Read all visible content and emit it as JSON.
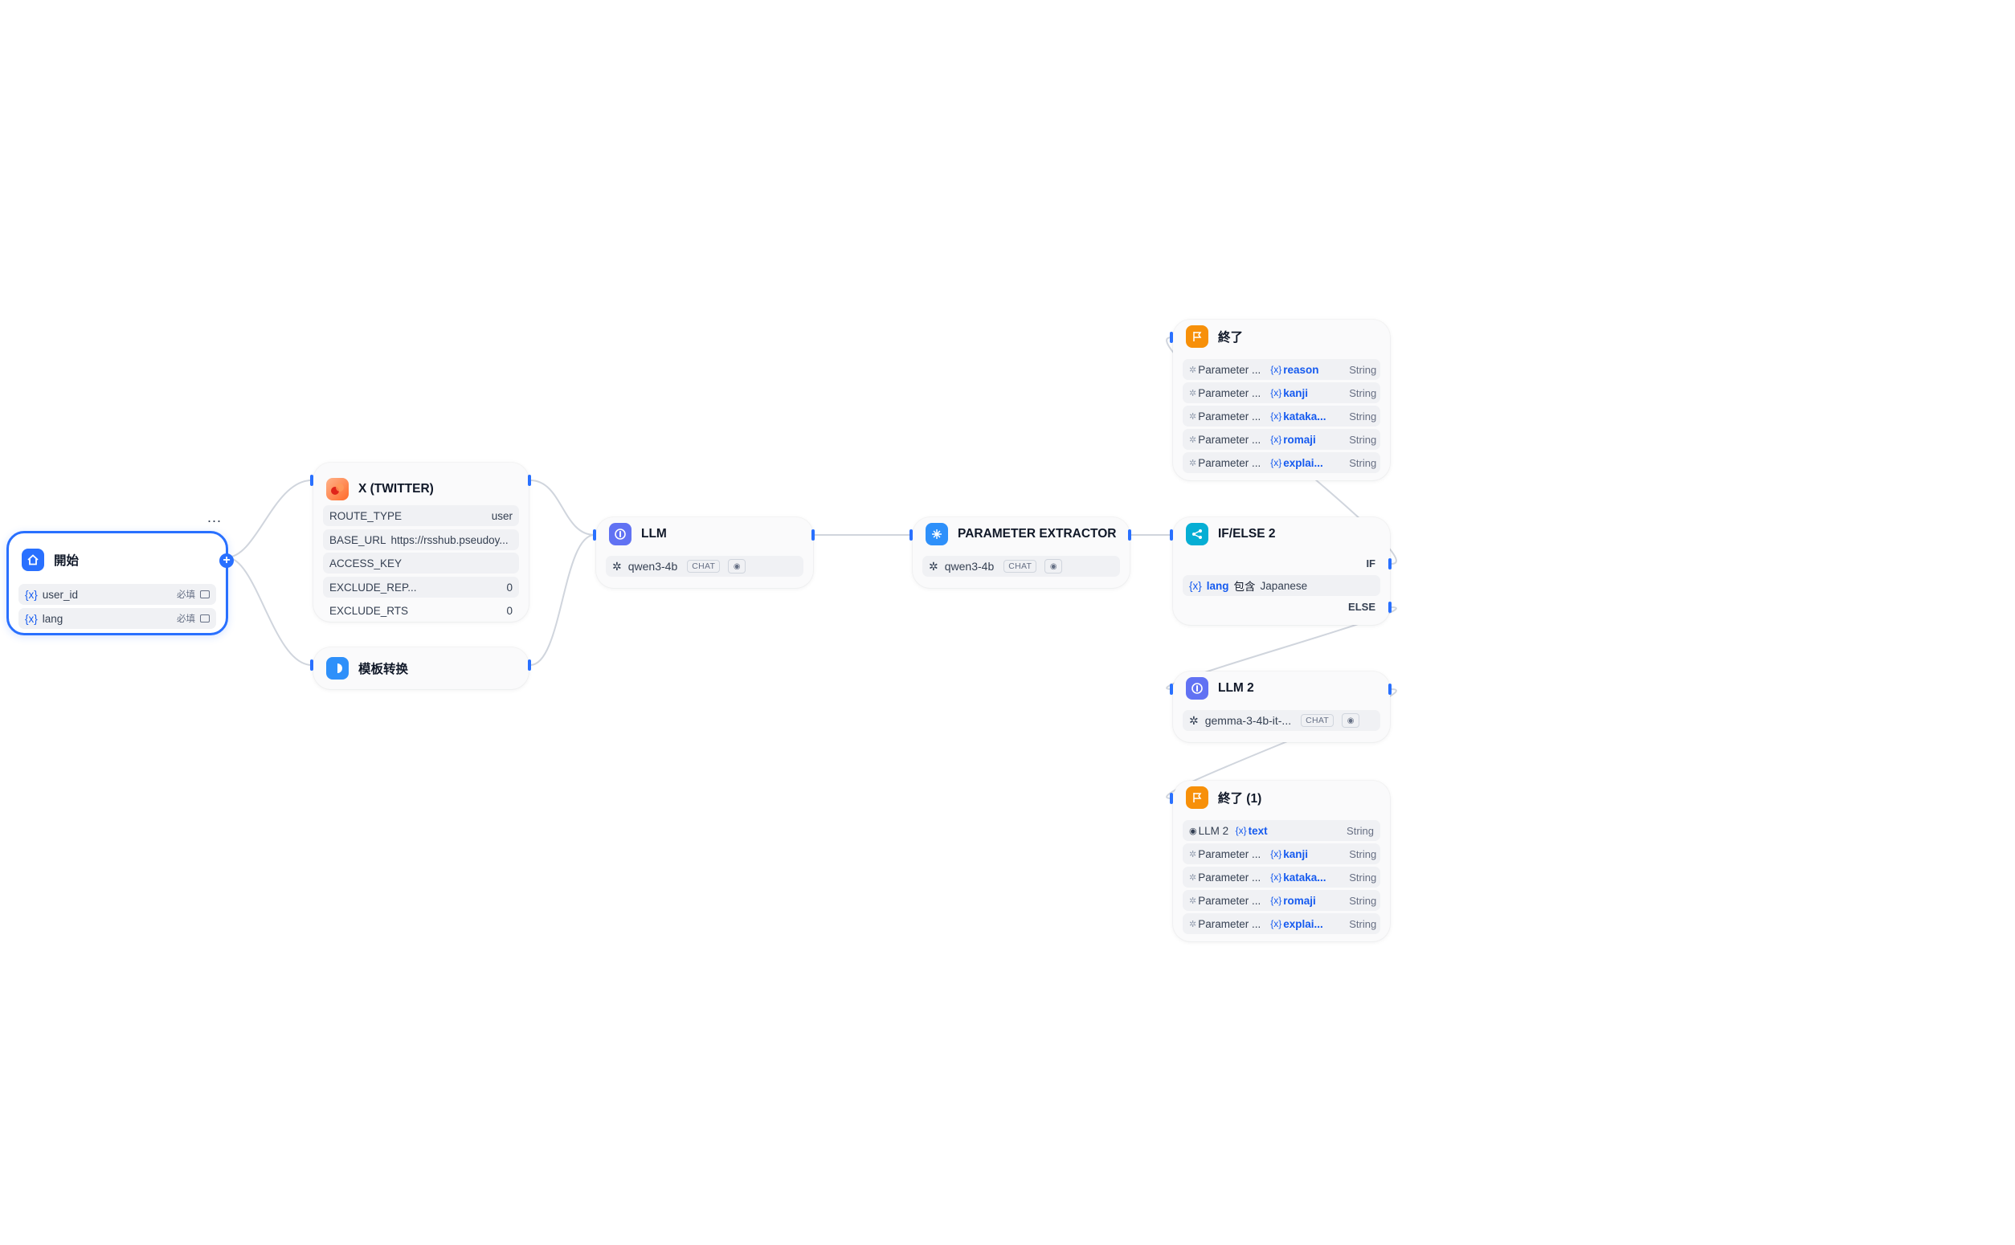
{
  "nodes": {
    "start": {
      "title": "開始",
      "more": "...",
      "vars": [
        {
          "name": "user_id",
          "req": "必填"
        },
        {
          "name": "lang",
          "req": "必填"
        }
      ]
    },
    "twitter": {
      "title": "X (TWITTER)",
      "params": [
        {
          "key": "ROUTE_TYPE",
          "value": "user"
        },
        {
          "key": "BASE_URL",
          "value": "https://rsshub.pseudoy..."
        },
        {
          "key": "ACCESS_KEY",
          "value": ""
        },
        {
          "key": "EXCLUDE_REP...",
          "value": "0"
        },
        {
          "key": "EXCLUDE_RTS",
          "value": "0"
        }
      ]
    },
    "template": {
      "title": "模板转换"
    },
    "llm": {
      "title": "LLM",
      "model": "qwen3-4b",
      "badge": "CHAT"
    },
    "extractor": {
      "title": "PARAMETER EXTRACTOR",
      "model": "qwen3-4b",
      "badge": "CHAT"
    },
    "ifelse": {
      "title": "IF/ELSE 2",
      "if_label": "IF",
      "else_label": "ELSE",
      "condition": {
        "var": "lang",
        "op": "包含",
        "value": "Japanese"
      }
    },
    "end1": {
      "title": "終了",
      "outputs": [
        {
          "src": "Parameter ...",
          "var": "reason",
          "type": "String"
        },
        {
          "src": "Parameter ...",
          "var": "kanji",
          "type": "String"
        },
        {
          "src": "Parameter ...",
          "var": "kataka...",
          "type": "String"
        },
        {
          "src": "Parameter ...",
          "var": "romaji",
          "type": "String"
        },
        {
          "src": "Parameter ...",
          "var": "explai...",
          "type": "String"
        }
      ]
    },
    "llm2": {
      "title": "LLM 2",
      "model": "gemma-3-4b-it-...",
      "badge": "CHAT"
    },
    "end2": {
      "title": "終了 (1)",
      "outputs": [
        {
          "src": "LLM 2",
          "var": "text",
          "type": "String"
        },
        {
          "src": "Parameter ...",
          "var": "kanji",
          "type": "String"
        },
        {
          "src": "Parameter ...",
          "var": "kataka...",
          "type": "String"
        },
        {
          "src": "Parameter ...",
          "var": "romaji",
          "type": "String"
        },
        {
          "src": "Parameter ...",
          "var": "explai...",
          "type": "String"
        }
      ]
    }
  },
  "var_prefix": "{x}",
  "colors": {
    "accent": "#2970ff",
    "start_icon": "#2970ff",
    "llm_icon": "#6172f3",
    "extractor_icon": "#2e90fa",
    "ifelse_icon": "#06aed4",
    "end_icon": "#f79009",
    "template_icon": "#2e90fa",
    "edge": "#d0d5dd"
  }
}
